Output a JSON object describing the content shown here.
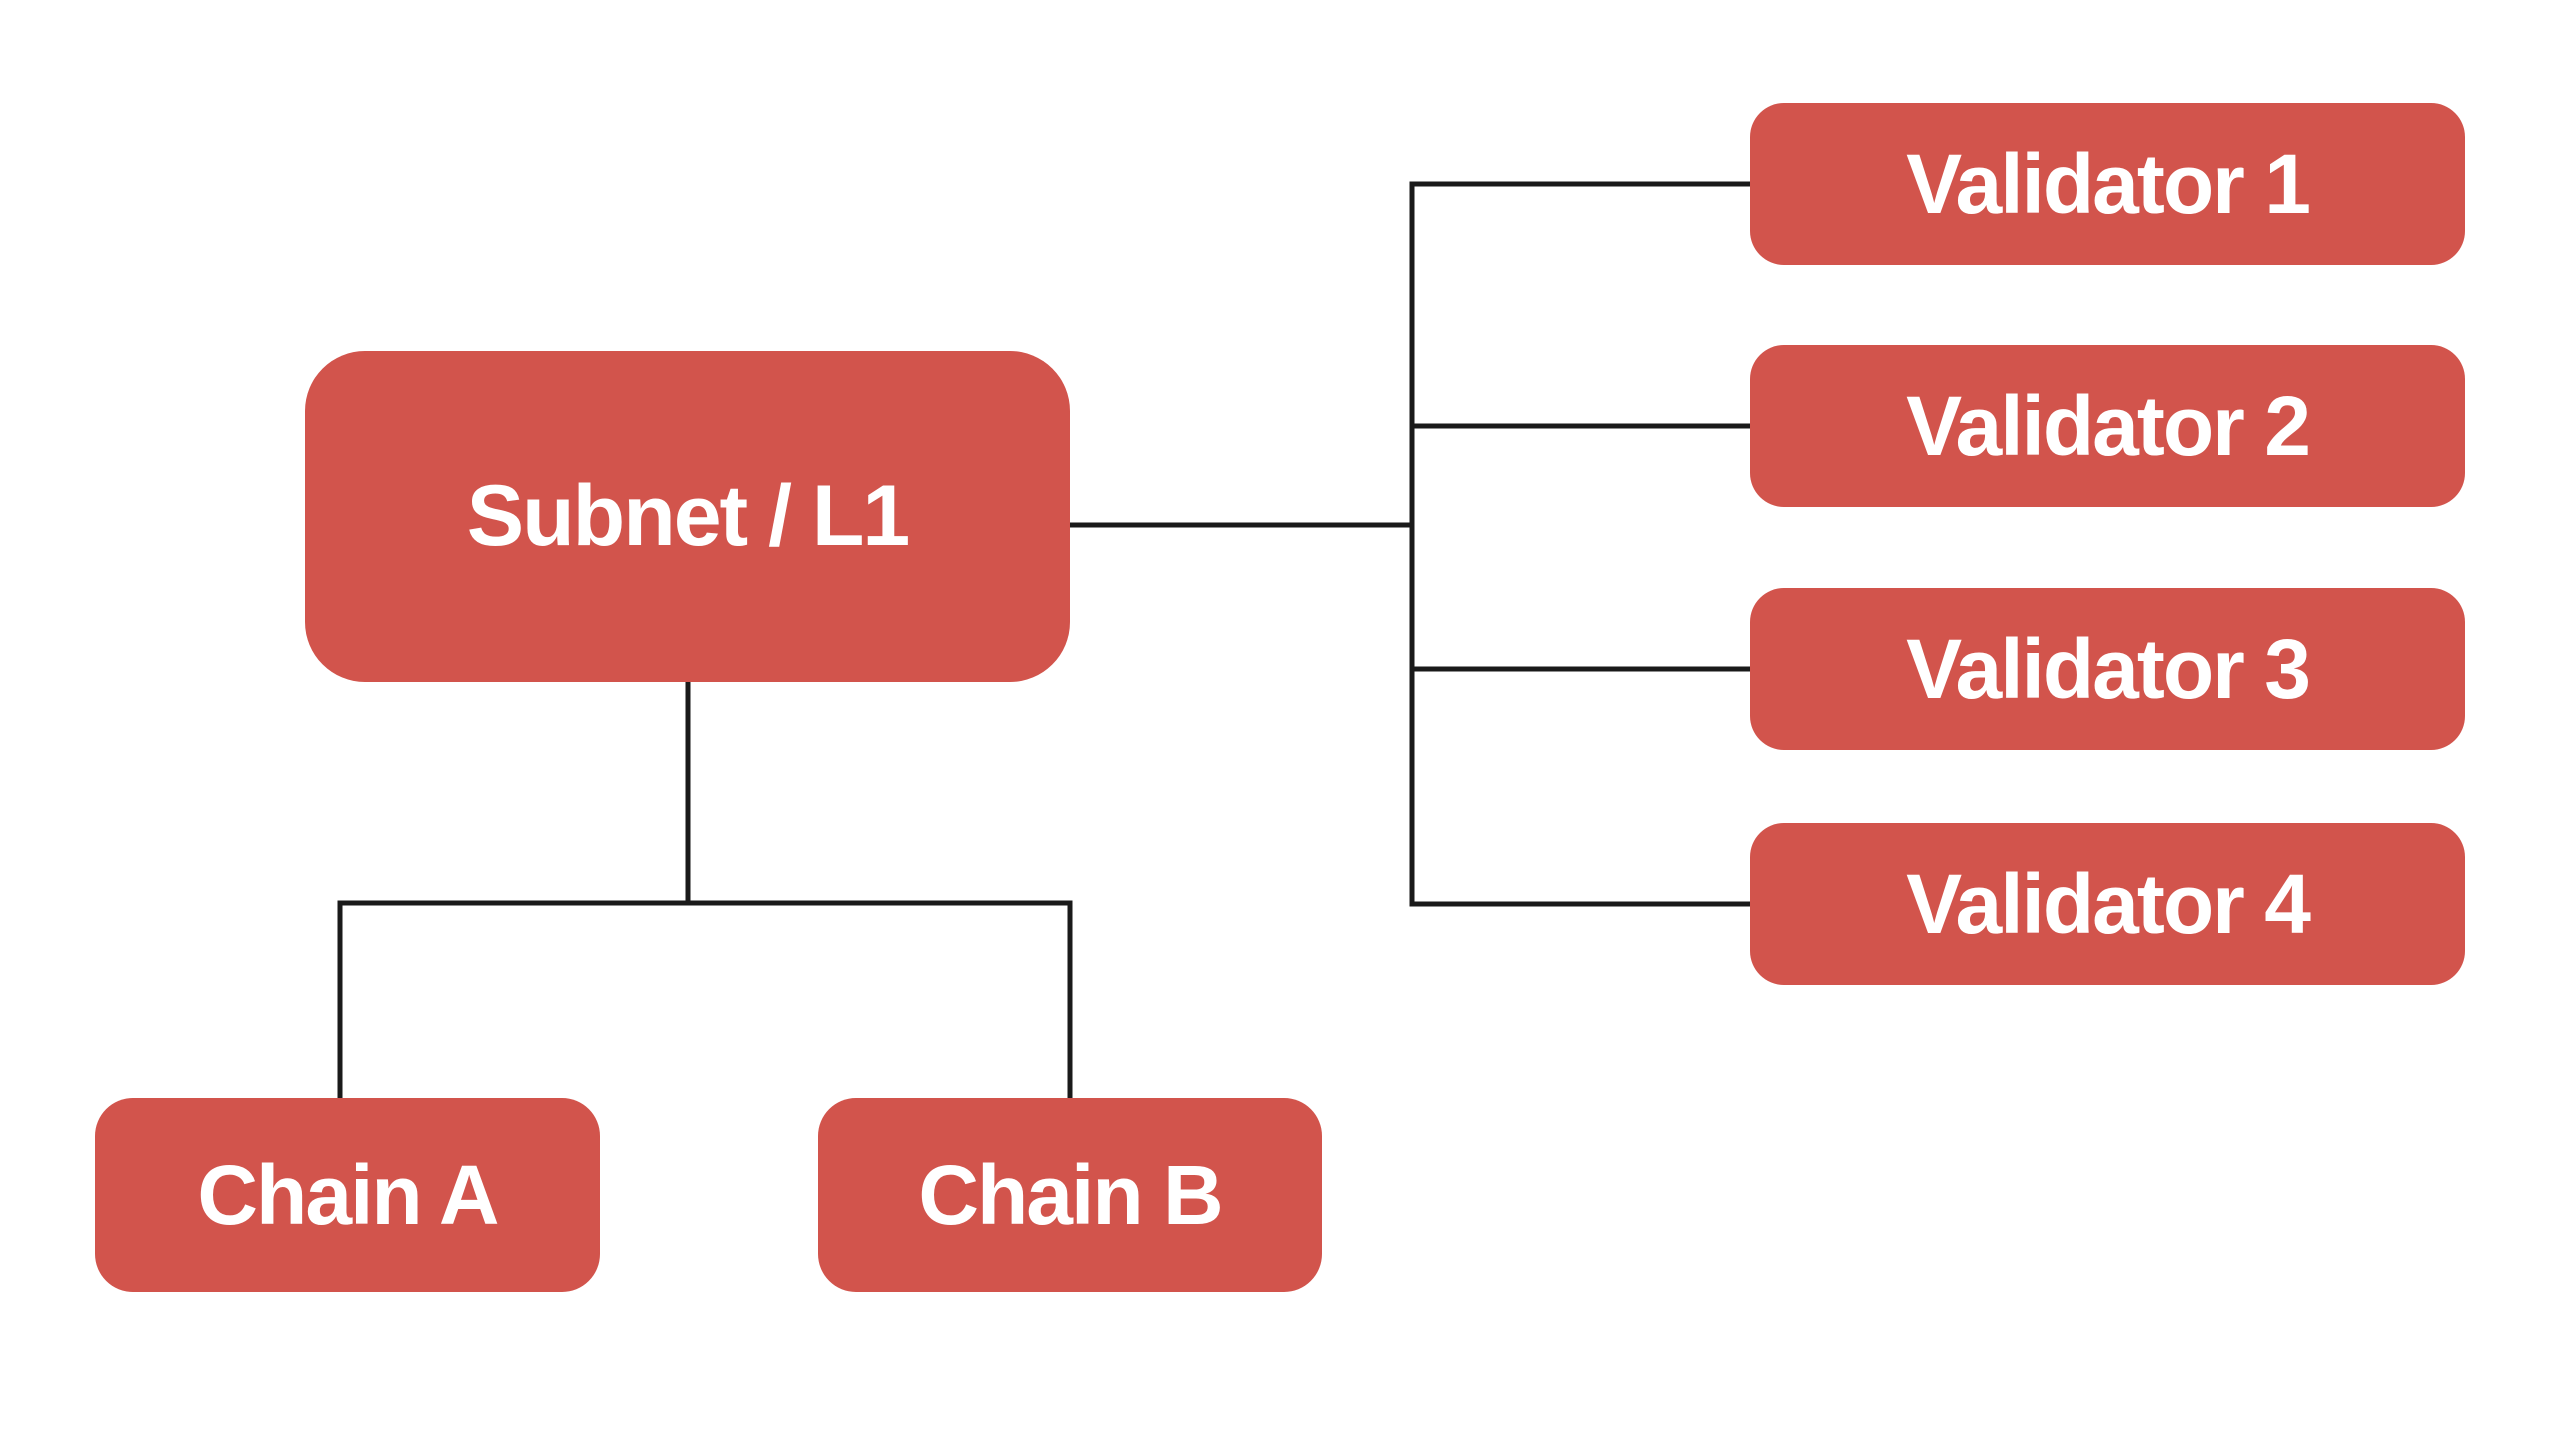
{
  "colors": {
    "background": "#FFFFFF",
    "node_fill": "#D2544C",
    "node_text": "#FFFFFF",
    "connector": "#1A1A1A"
  },
  "diagram": {
    "root": {
      "label": "Subnet / L1"
    },
    "validators": [
      {
        "label": "Validator 1"
      },
      {
        "label": "Validator 2"
      },
      {
        "label": "Validator 3"
      },
      {
        "label": "Validator 4"
      }
    ],
    "chains": [
      {
        "label": "Chain A"
      },
      {
        "label": "Chain B"
      }
    ]
  }
}
